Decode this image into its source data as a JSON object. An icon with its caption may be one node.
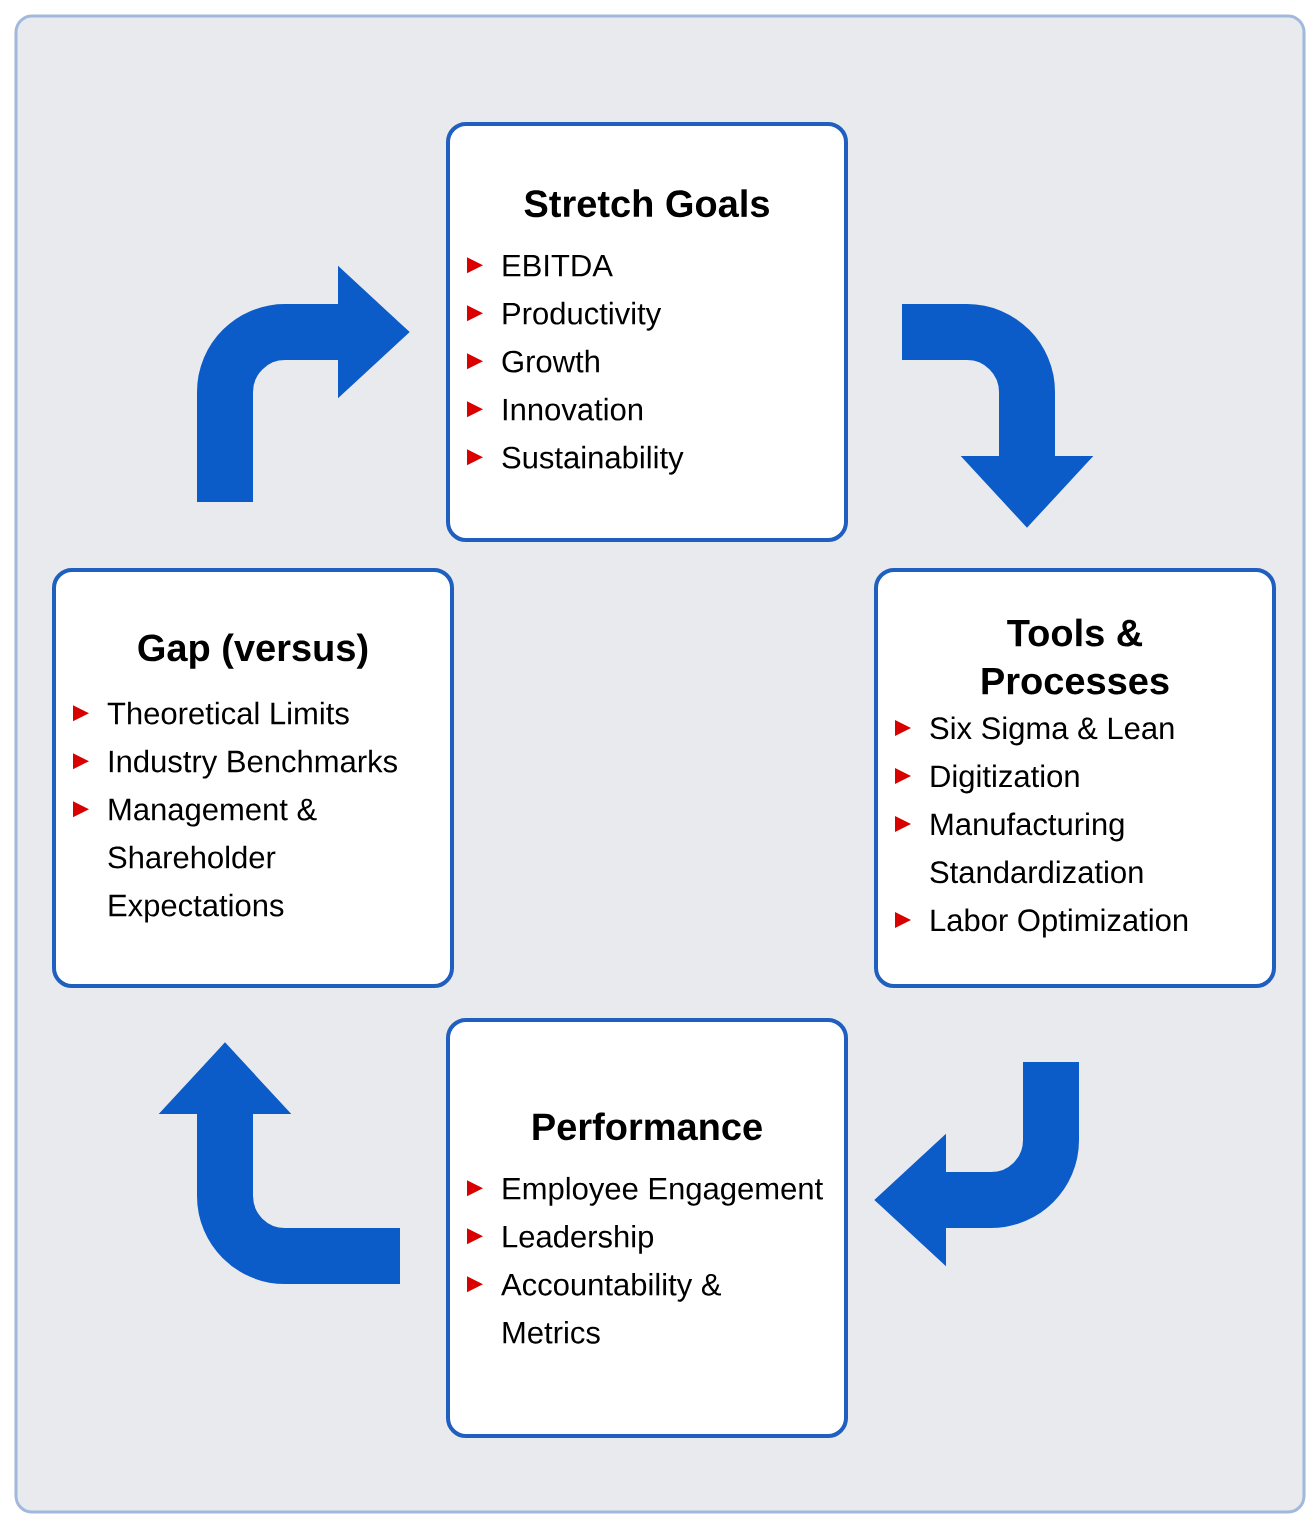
{
  "diagram": {
    "nodes": [
      {
        "text": [
          "Stretch Goals",
          "EBITDA",
          "Productivity",
          "Growth",
          "Innovation",
          "Sustainability"
        ]
      },
      {
        "text": [
          "Tools & Processes",
          "Six Sigma & Lean",
          "Digitization",
          "Manufacturing Standardization",
          "Labor Optimization"
        ]
      },
      {
        "text": [
          "Performance",
          "Employee Engagement",
          "Leadership",
          "Accountability & Metrics"
        ]
      },
      {
        "text": [
          "Gap (versus)",
          "Theoretical Limits",
          "Industry Benchmarks",
          "Management & Shareholder Expectations"
        ]
      }
    ],
    "edges": [
      {
        "from": 3,
        "to": 0,
        "arrow": "to",
        "color": "#0b5bc9"
      },
      {
        "from": 0,
        "to": 1,
        "arrow": "to",
        "color": "#0b5bc9"
      },
      {
        "from": 1,
        "to": 2,
        "arrow": "to",
        "color": "#0b5bc9"
      },
      {
        "from": 2,
        "to": 3,
        "arrow": "to",
        "color": "#0b5bc9"
      }
    ]
  }
}
